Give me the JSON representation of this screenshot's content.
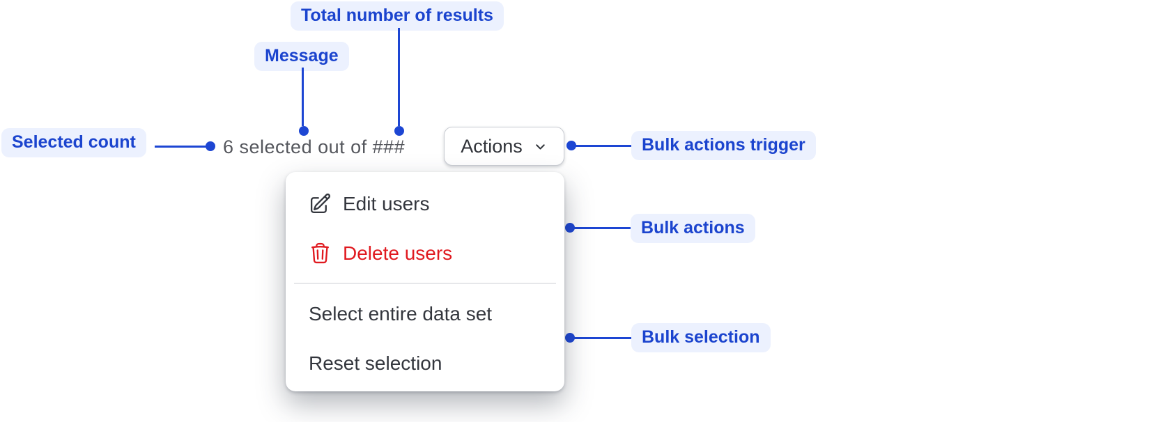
{
  "colors": {
    "accent_blue": "#1d46d3",
    "badge_background": "#ecf1fe",
    "badge_text": "#1b44ce",
    "danger_red": "#e0191f",
    "menu_text": "#33363d",
    "muted_text": "#55575d"
  },
  "annotations": {
    "selected_count": {
      "label": "Selected count"
    },
    "message": {
      "label": "Message"
    },
    "total_results": {
      "label": "Total number of results"
    },
    "bulk_actions_trigger": {
      "label": "Bulk actions trigger"
    },
    "bulk_actions": {
      "label": "Bulk actions"
    },
    "bulk_selection": {
      "label": "Bulk selection"
    }
  },
  "bulk_bar": {
    "message": "6 selected out of ###",
    "actions_button": {
      "label": "Actions",
      "icon": "chevron-down-icon"
    }
  },
  "menu": {
    "items": [
      {
        "label": "Edit users",
        "icon": "pencil-square-icon",
        "variant": "default"
      },
      {
        "label": "Delete users",
        "icon": "trash-icon",
        "variant": "danger"
      },
      {
        "label": "Select entire data set",
        "icon": null,
        "variant": "default"
      },
      {
        "label": "Reset selection",
        "icon": null,
        "variant": "default"
      }
    ]
  }
}
